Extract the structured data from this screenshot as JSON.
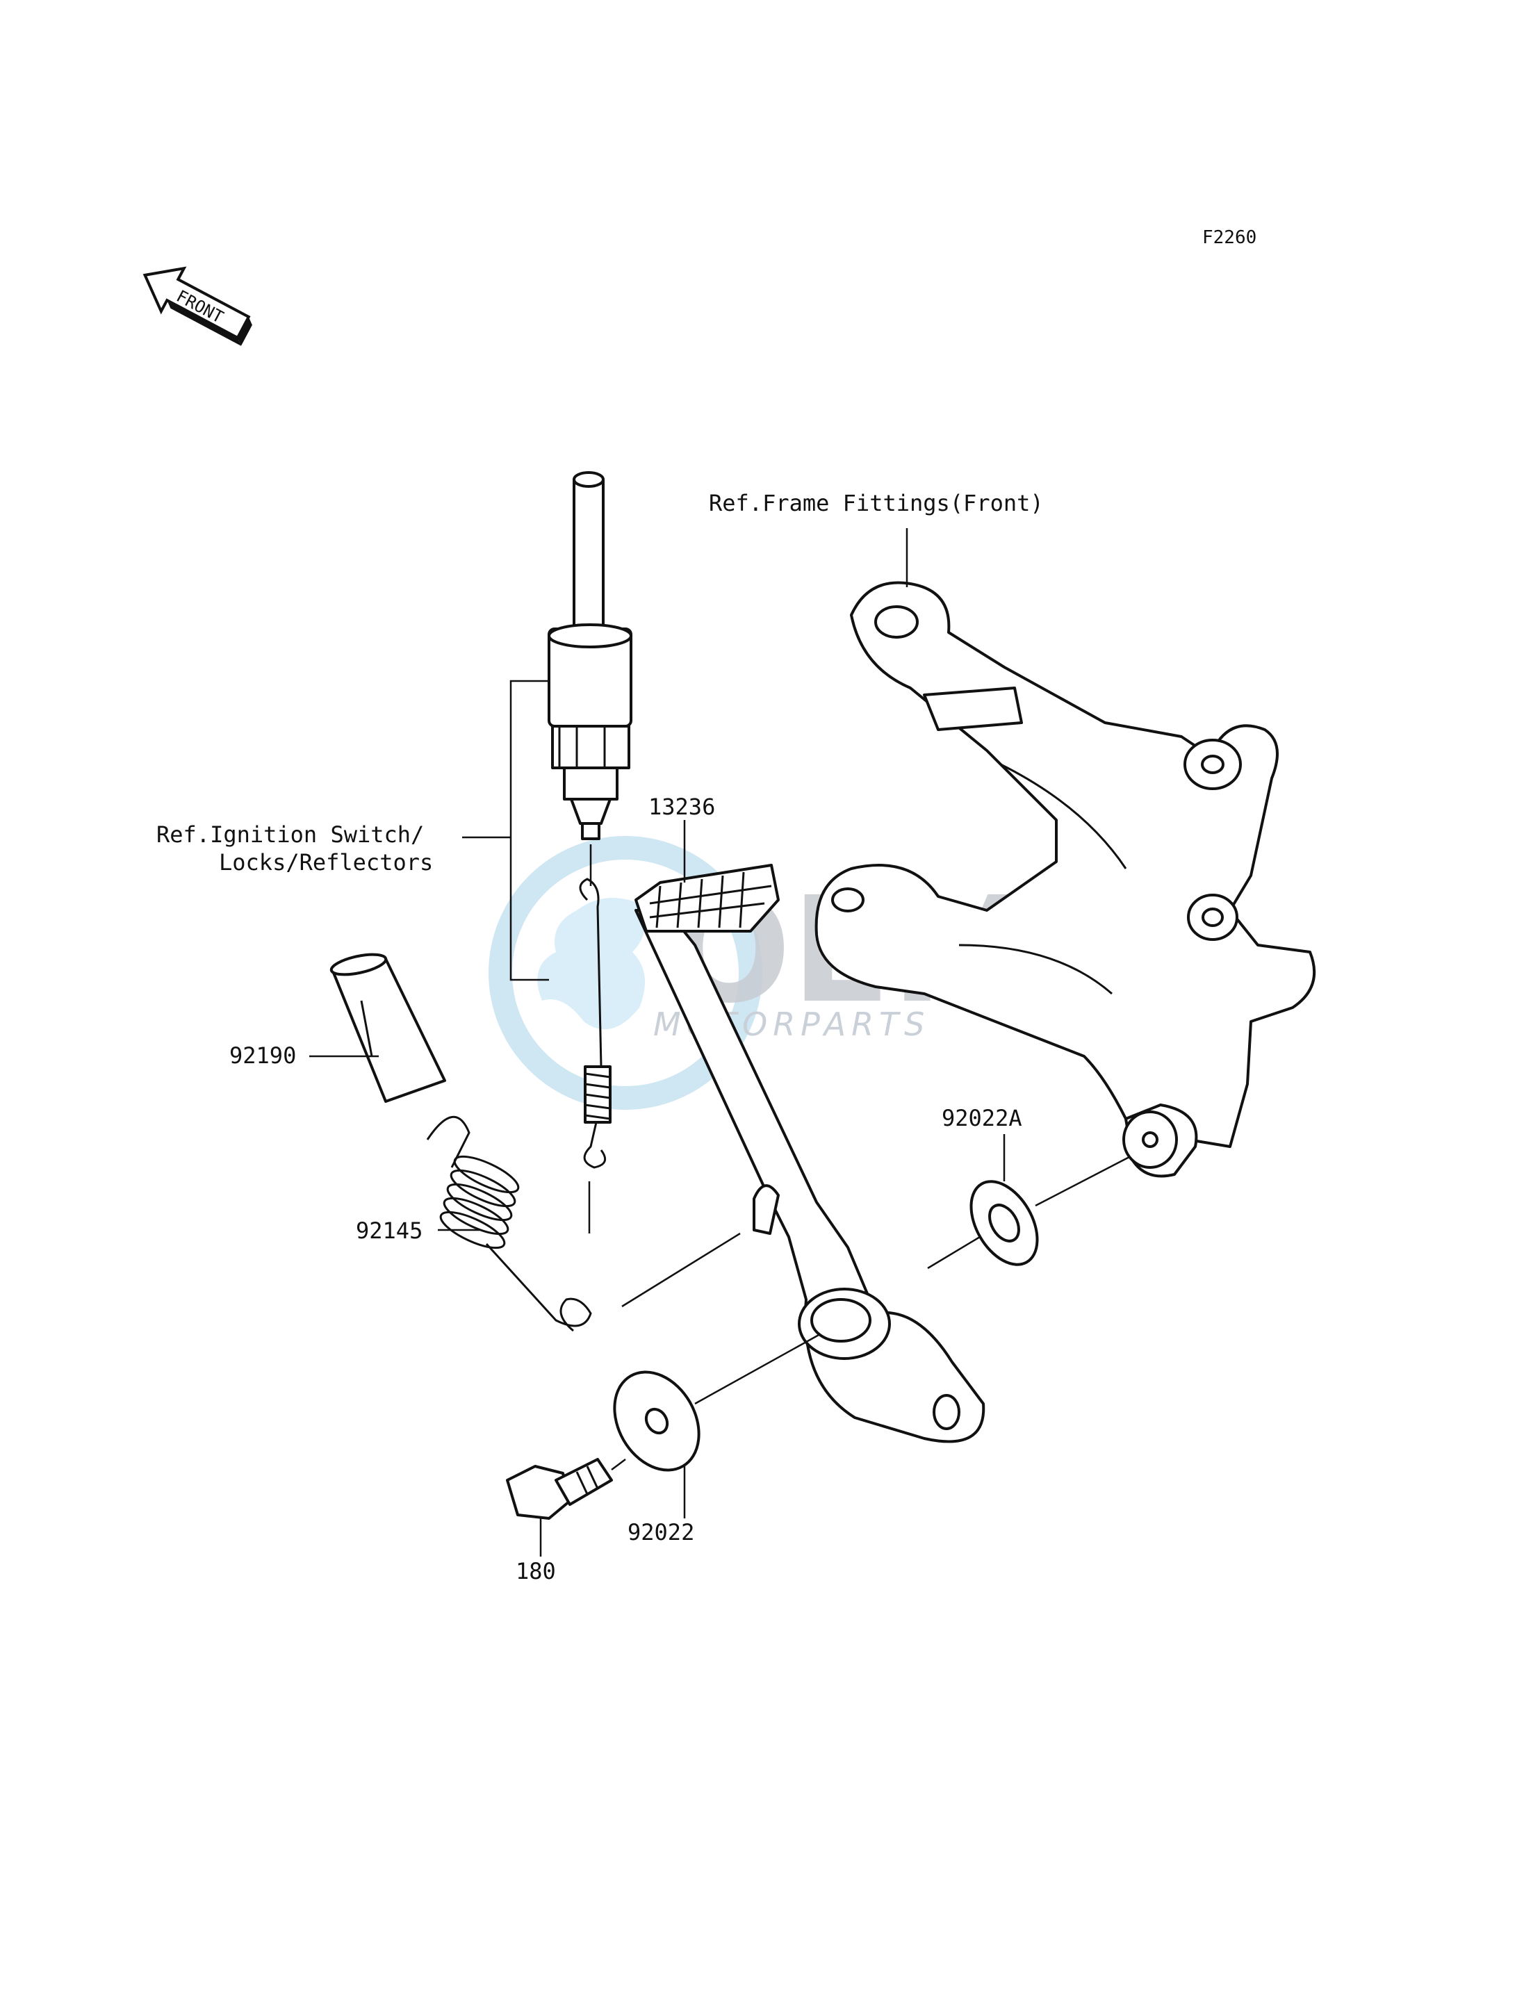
{
  "figure_code": "F2260",
  "front_indicator": "FRONT",
  "watermark": {
    "brand": "OEM",
    "sub": "MOTORPARTS"
  },
  "references": {
    "frame_fittings": "Ref.Frame Fittings(Front)",
    "ignition_line1": "Ref.Ignition Switch/",
    "ignition_line2": "Locks/Reflectors"
  },
  "parts": [
    {
      "number": "13236"
    },
    {
      "number": "92190"
    },
    {
      "number": "92145"
    },
    {
      "number": "92022A"
    },
    {
      "number": "92022"
    },
    {
      "number": "180"
    }
  ]
}
